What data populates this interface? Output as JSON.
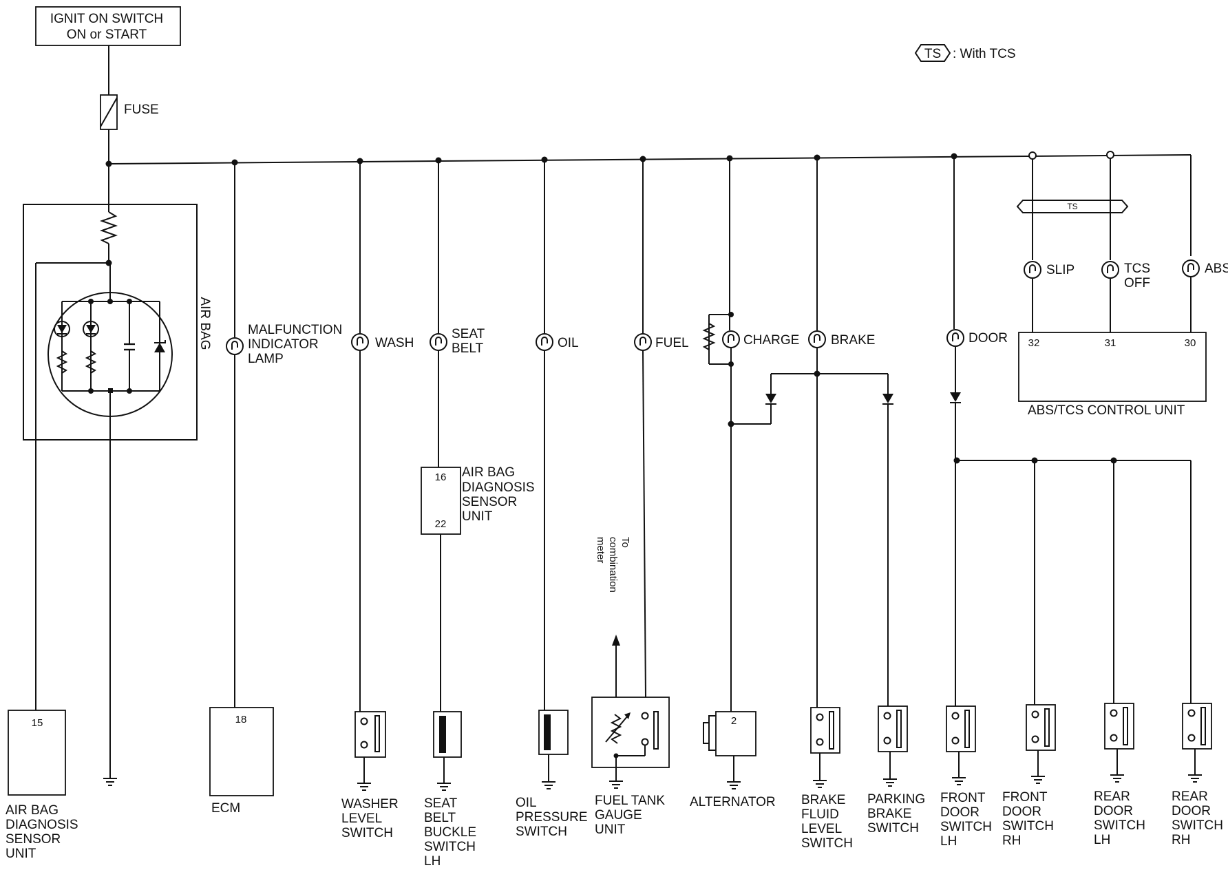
{
  "ignition": {
    "line1": "IGNIT ON  SWITCH",
    "line2": "ON  or  START"
  },
  "fuse_label": "FUSE",
  "legend": {
    "symbol": "TS",
    "text": ": With TCS"
  },
  "airbag": {
    "box_label": "AIR BAG",
    "unit_pin": "15",
    "unit_label": [
      "AIR BAG",
      "DIAGNOSIS",
      "SENSOR",
      "UNIT"
    ]
  },
  "ecm": {
    "pin": "18",
    "label": "ECM"
  },
  "lamps": {
    "mil": [
      "MALFUNCTION",
      "INDICATOR",
      "LAMP"
    ],
    "wash": "WASH",
    "seat_belt": [
      "SEAT",
      "BELT"
    ],
    "oil": "OIL",
    "fuel": "FUEL",
    "charge": "CHARGE",
    "brake": "BRAKE",
    "door": "DOOR",
    "slip": "SLIP",
    "tcs_off": [
      "TCS",
      "OFF"
    ],
    "abs": "ABS"
  },
  "ts_band": "TS",
  "abs_unit": {
    "pins": [
      "32",
      "31",
      "30"
    ],
    "label": "ABS/TCS CONTROL UNIT"
  },
  "seat_belt_sensor": {
    "pin_top": "16",
    "pin_bottom": "22",
    "label": [
      "AIR BAG",
      "DIAGNOSIS",
      "SENSOR",
      "UNIT"
    ]
  },
  "combination_meter_note": [
    "To",
    "combination",
    "meter"
  ],
  "alternator": {
    "pin": "2",
    "label": "ALTERNATOR"
  },
  "switches": {
    "washer": [
      "WASHER",
      "LEVEL",
      "SWITCH"
    ],
    "seat_belt_buckle": [
      "SEAT",
      "BELT",
      "BUCKLE",
      "SWITCH",
      "LH"
    ],
    "oil_pressure": [
      "OIL",
      "PRESSURE",
      "SWITCH"
    ],
    "fuel_tank": [
      "FUEL TANK",
      "GAUGE",
      "UNIT"
    ],
    "brake_fluid": [
      "BRAKE",
      "FLUID",
      "LEVEL",
      "SWITCH"
    ],
    "parking_brake": [
      "PARKING",
      "BRAKE",
      "SWITCH"
    ],
    "front_door_lh": [
      "FRONT",
      "DOOR",
      "SWITCH",
      "LH"
    ],
    "front_door_rh": [
      "FRONT",
      "DOOR",
      "SWITCH",
      "RH"
    ],
    "rear_door_lh": [
      "REAR",
      "DOOR",
      "SWITCH",
      "LH"
    ],
    "rear_door_rh": [
      "REAR",
      "DOOR",
      "SWITCH",
      "RH"
    ]
  }
}
